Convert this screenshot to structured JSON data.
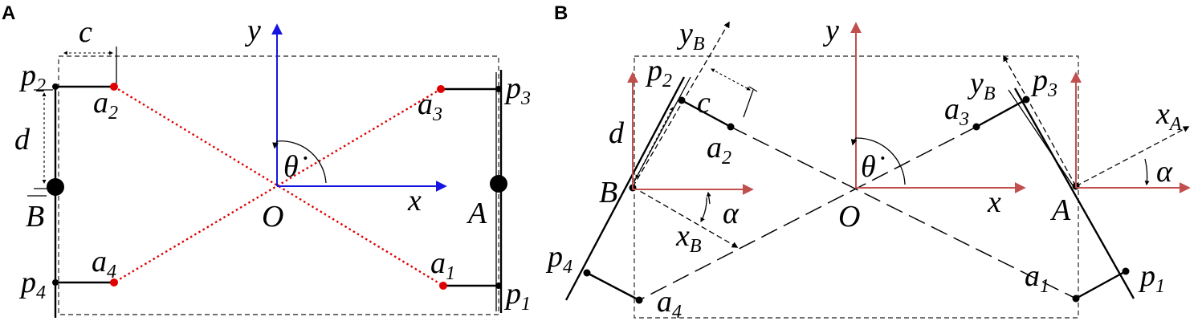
{
  "panels": {
    "a": {
      "letter": "A",
      "labels": {
        "c": "c",
        "d": "d",
        "y": "y",
        "x": "x",
        "O": "O",
        "A": "A",
        "B": "B",
        "theta": "θ̇",
        "p2": "p",
        "p2_sub": "2",
        "p3": "p",
        "p3_sub": "3",
        "p4": "p",
        "p4_sub": "4",
        "p1": "p",
        "p1_sub": "1",
        "a2": "a",
        "a2_sub": "2",
        "a3": "a",
        "a3_sub": "3",
        "a4": "a",
        "a4_sub": "4",
        "a1": "a",
        "a1_sub": "1"
      }
    },
    "b": {
      "letter": "B",
      "labels": {
        "y": "y",
        "x": "x",
        "O": "O",
        "A": "A",
        "B": "B",
        "c": "c",
        "d": "d",
        "theta": "θ̇",
        "alpha_left": "α",
        "alpha_right": "α",
        "yB_left": "y",
        "yB_left_sub": "B",
        "yB_right": "y",
        "yB_right_sub": "B",
        "xB": "x",
        "xB_sub": "B",
        "xA": "x",
        "xA_sub": "A",
        "p2": "p",
        "p2_sub": "2",
        "p3": "p",
        "p3_sub": "3",
        "p4": "p",
        "p4_sub": "4",
        "p1": "p",
        "p1_sub": "1",
        "a2": "a",
        "a2_sub": "2",
        "a3": "a",
        "a3_sub": "3",
        "a4": "a",
        "a4_sub": "4",
        "a1": "a",
        "a1_sub": "1"
      }
    }
  },
  "colors": {
    "panel_a_axes": "#1515e0",
    "panel_b_axes": "#c0504d",
    "connection_dots": "#e00000",
    "connection_lines": "#e00000"
  }
}
